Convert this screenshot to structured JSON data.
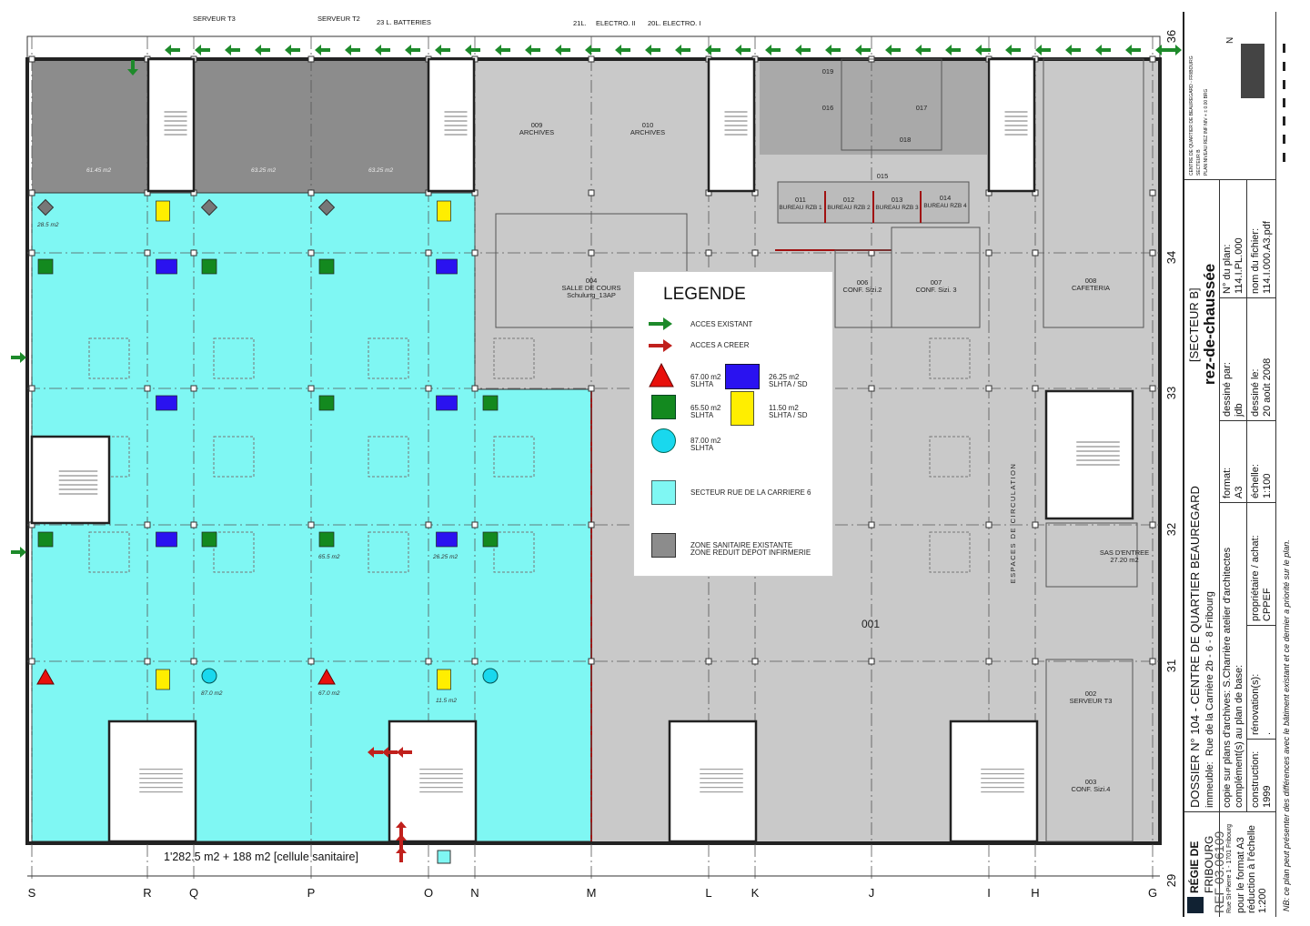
{
  "colors": {
    "cyan_sector": "#7ff7f3",
    "existing_area": "#c9c9c9",
    "sanitary_zone": "#8c8c8c",
    "green_access": "#1d8a2a",
    "red_access": "#c0201c",
    "blue": "#2a12f0",
    "yellow": "#ffee00",
    "green_square": "#13891f",
    "red_triangle": "#e8100c",
    "cyan_circle": "#19d8ee"
  },
  "top_labels": [
    "SERVEUR T3",
    "SERVEUR T2",
    "23 L. BATTERIES",
    "21L.",
    "ELECTRO. II",
    "20L. ELECTRO. I"
  ],
  "grid": {
    "columns": [
      "S",
      "R",
      "Q",
      "P",
      "O",
      "N",
      "M",
      "L",
      "K",
      "J",
      "I",
      "H",
      "G"
    ],
    "rows": [
      "36",
      "34",
      "33",
      "32",
      "31",
      "29"
    ]
  },
  "rooms": [
    {
      "num": "009",
      "name": "ARCHIVES"
    },
    {
      "num": "010",
      "name": "ARCHIVES"
    },
    {
      "num": "019",
      "name": ""
    },
    {
      "num": "016",
      "name": ""
    },
    {
      "num": "017",
      "name": ""
    },
    {
      "num": "018",
      "name": ""
    },
    {
      "num": "015",
      "name": ""
    },
    {
      "num": "011",
      "name": "BUREAU RZB 1"
    },
    {
      "num": "012",
      "name": "BUREAU RZB 2"
    },
    {
      "num": "013",
      "name": "BUREAU RZB 3"
    },
    {
      "num": "014",
      "name": "BUREAU RZB 4"
    },
    {
      "num": "004",
      "name": "SALLE DE COURS",
      "sub": "Schulung_13AP"
    },
    {
      "num": "006",
      "name": "CONF. Sizi.2"
    },
    {
      "num": "007",
      "name": "CONF. Sizi. 3"
    },
    {
      "num": "008",
      "name": "CAFETERIA"
    },
    {
      "num": "",
      "name": "SAS D'ENTREE",
      "sub": "27.20 m2"
    },
    {
      "num": "001",
      "name": ""
    },
    {
      "num": "002",
      "name": "SERVEUR T3"
    },
    {
      "num": "003",
      "name": "CONF. Sizi.4"
    }
  ],
  "circulation_label": "ESPACES DE CIRCULATION",
  "area_labels": [
    "61.45 m2",
    "63.25 m2",
    "63.25 m2",
    "28.5 m2",
    "65.5 m2",
    "26.25 m2",
    "87.0 m2",
    "67.0 m2",
    "11.5 m2"
  ],
  "total_area": "1'282.5 m2 + 188 m2  [cellule sanitaire]",
  "legend": {
    "title": "LEGENDE",
    "items": [
      {
        "symbol": "green-arrow",
        "label": "ACCES EXISTANT"
      },
      {
        "symbol": "red-arrow",
        "label": "ACCES A CREER"
      },
      {
        "symbol": "red-triangle",
        "label": "67.00 m2\nSLHTA"
      },
      {
        "symbol": "blue-square",
        "label": "26.25 m2\nSLHTA / SD"
      },
      {
        "symbol": "green-square",
        "label": "65.50 m2\nSLHTA"
      },
      {
        "symbol": "yellow-rectangle",
        "label": "11.50 m2\nSLHTA / SD"
      },
      {
        "symbol": "cyan-circle",
        "label": "87.00 m2\nSLHTA"
      },
      {
        "symbol": "cyan-square",
        "label": "SECTEUR RUE DE LA CARRIERE 6"
      },
      {
        "symbol": "gray-square",
        "label": "ZONE SANITAIRE EXISTANTE\nZONE REDUIT DEPOT INFIRMERIE"
      }
    ]
  },
  "title_block": {
    "logo_line1": "RÉGIE DE",
    "logo_line2": "FRIBOURG",
    "ref": "REF 03.06109",
    "address": "Rue St-Pierre 1 - 1701 Fribourg",
    "format_note_1": "pour le format A3",
    "format_note_2": "réduction à l'échelle 1:200",
    "dossier": "DOSSIER N°  104 - CENTRE DE QUARTIER BEAUREGARD",
    "sector": "[SECTEUR B]",
    "immeuble_label": "immeuble:",
    "immeuble": "Rue de la Carrière 2b - 6 - 8  Fribourg",
    "level": "rez-de-chaussée",
    "copie_label": "copie sur plans d'archives:",
    "copie": "S.Charrière atelier d'architectes",
    "complement_label": "complément(s) au plan de base:",
    "format_label": "format:",
    "format": "A3",
    "dessine_par_label": "dessiné par:",
    "dessine_par": "jdb",
    "plan_no_label": "N° du plan:",
    "plan_no": "114.I.PL.000",
    "construction_label": "construction:",
    "construction": "1999",
    "renovation_label": "rénovation(s):",
    "renovation": ".",
    "proprietaire_label": "propriétaire / achat:",
    "proprietaire": "CPPEF",
    "echelle_label": "échelle:",
    "echelle": "1:100",
    "dessine_le_label": "dessiné le:",
    "dessine_le": "20 août 2008",
    "fichier_label": "nom du fichier:",
    "fichier": "114.I.000.A3.pdf",
    "small_1": "CENTRE DE QUARTIER DE BEAUREGARD - FRIBOURG",
    "small_2": "SECTEUR B",
    "small_3": "PLAN NIVEAU REZ INF    NIV + ± 0.00 BRG",
    "north": "N",
    "nb": "NB: ce plan peut présenter des différences avec le bâtiment existant et ce dernier a priorité sur le plan."
  }
}
